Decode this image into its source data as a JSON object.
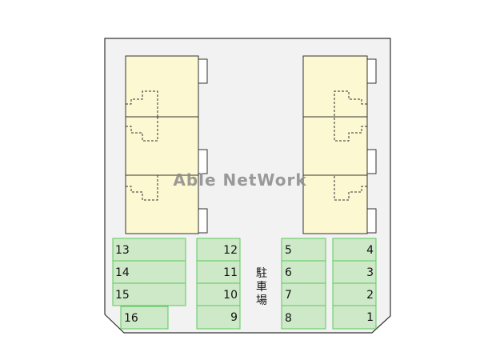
{
  "colors": {
    "lot_fill": "#f2f2f2",
    "lot_stroke": "#333333",
    "building_fill": "#fcf8d2",
    "building_stroke": "#333333",
    "slot_fill": "#cde9c8",
    "slot_stroke": "#5cc95c",
    "watermark": "#8a8a8a"
  },
  "watermark_text": "Able NetWork",
  "parking_label": [
    "駐",
    "車",
    "場"
  ],
  "slots": {
    "col_a": [
      "13",
      "14",
      "15"
    ],
    "col_a_extra": "16",
    "col_b": [
      "12",
      "11",
      "10",
      "9"
    ],
    "col_c": [
      "5",
      "6",
      "7",
      "8"
    ],
    "col_d": [
      "4",
      "3",
      "2",
      "1"
    ]
  }
}
